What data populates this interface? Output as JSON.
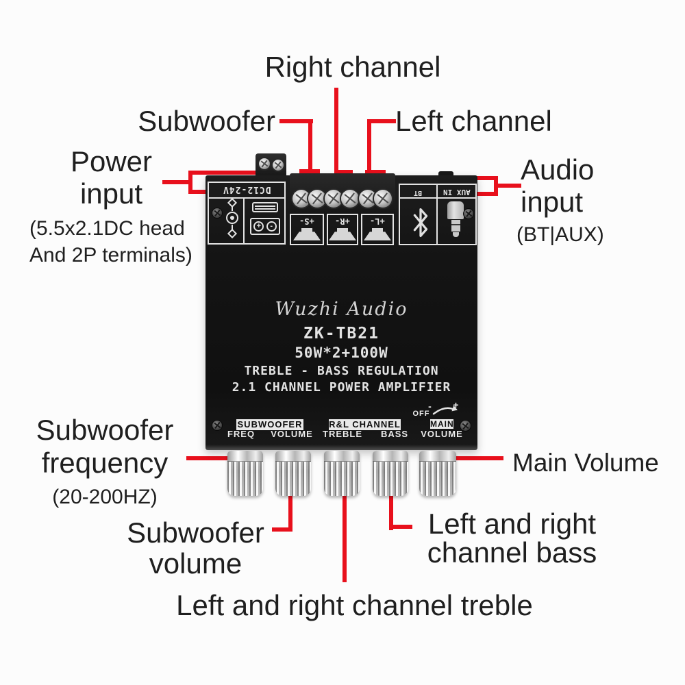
{
  "annotations": {
    "right_channel": "Right channel",
    "subwoofer_out": "Subwoofer",
    "left_channel": "Left channel",
    "power_line1": "Power",
    "power_line2": "input",
    "power_note1": "(5.5x2.1DC head",
    "power_note2": "And 2P terminals)",
    "audio_line1": "Audio",
    "audio_line2": "input",
    "audio_note": "(BT|AUX)",
    "freq_line1": "Subwoofer",
    "freq_line2": "frequency",
    "freq_note": "(20-200HZ)",
    "subvol_line1": "Subwoofer",
    "subvol_line2": "volume",
    "main_volume": "Main Volume",
    "bass_line1": "Left and right",
    "bass_line2": "channel bass",
    "treble_label": "Left and right channel treble"
  },
  "board": {
    "brand": "Wuzhi Audio",
    "model": "ZK-TB21",
    "rating": "50W*2+100W",
    "feature1": "TREBLE - BASS REGULATION",
    "feature2": "2.1 CHANNEL POWER AMPLIFIER",
    "dc_label": "DC12-24V",
    "bt_label": "BT",
    "aux_label": "AUX IN",
    "spk_sub": "+S-",
    "spk_right": "+R-",
    "spk_left": "+L-",
    "term_plus": "+",
    "term_minus": "-",
    "panel": {
      "sub_title": "SUBWOOFER",
      "freq": "FREQ",
      "volume": "VOLUME",
      "rl_title": "R&L CHANNEL",
      "treble": "TREBLE",
      "bass": "BASS",
      "off": "OFF",
      "minus": "-",
      "plus": "+",
      "main_title": "MAIN",
      "main_volume": "VOLUME"
    }
  },
  "colors": {
    "annotation_red": "#e8101c",
    "board_black": "#151515",
    "silkscreen": "#e3e3e3"
  }
}
